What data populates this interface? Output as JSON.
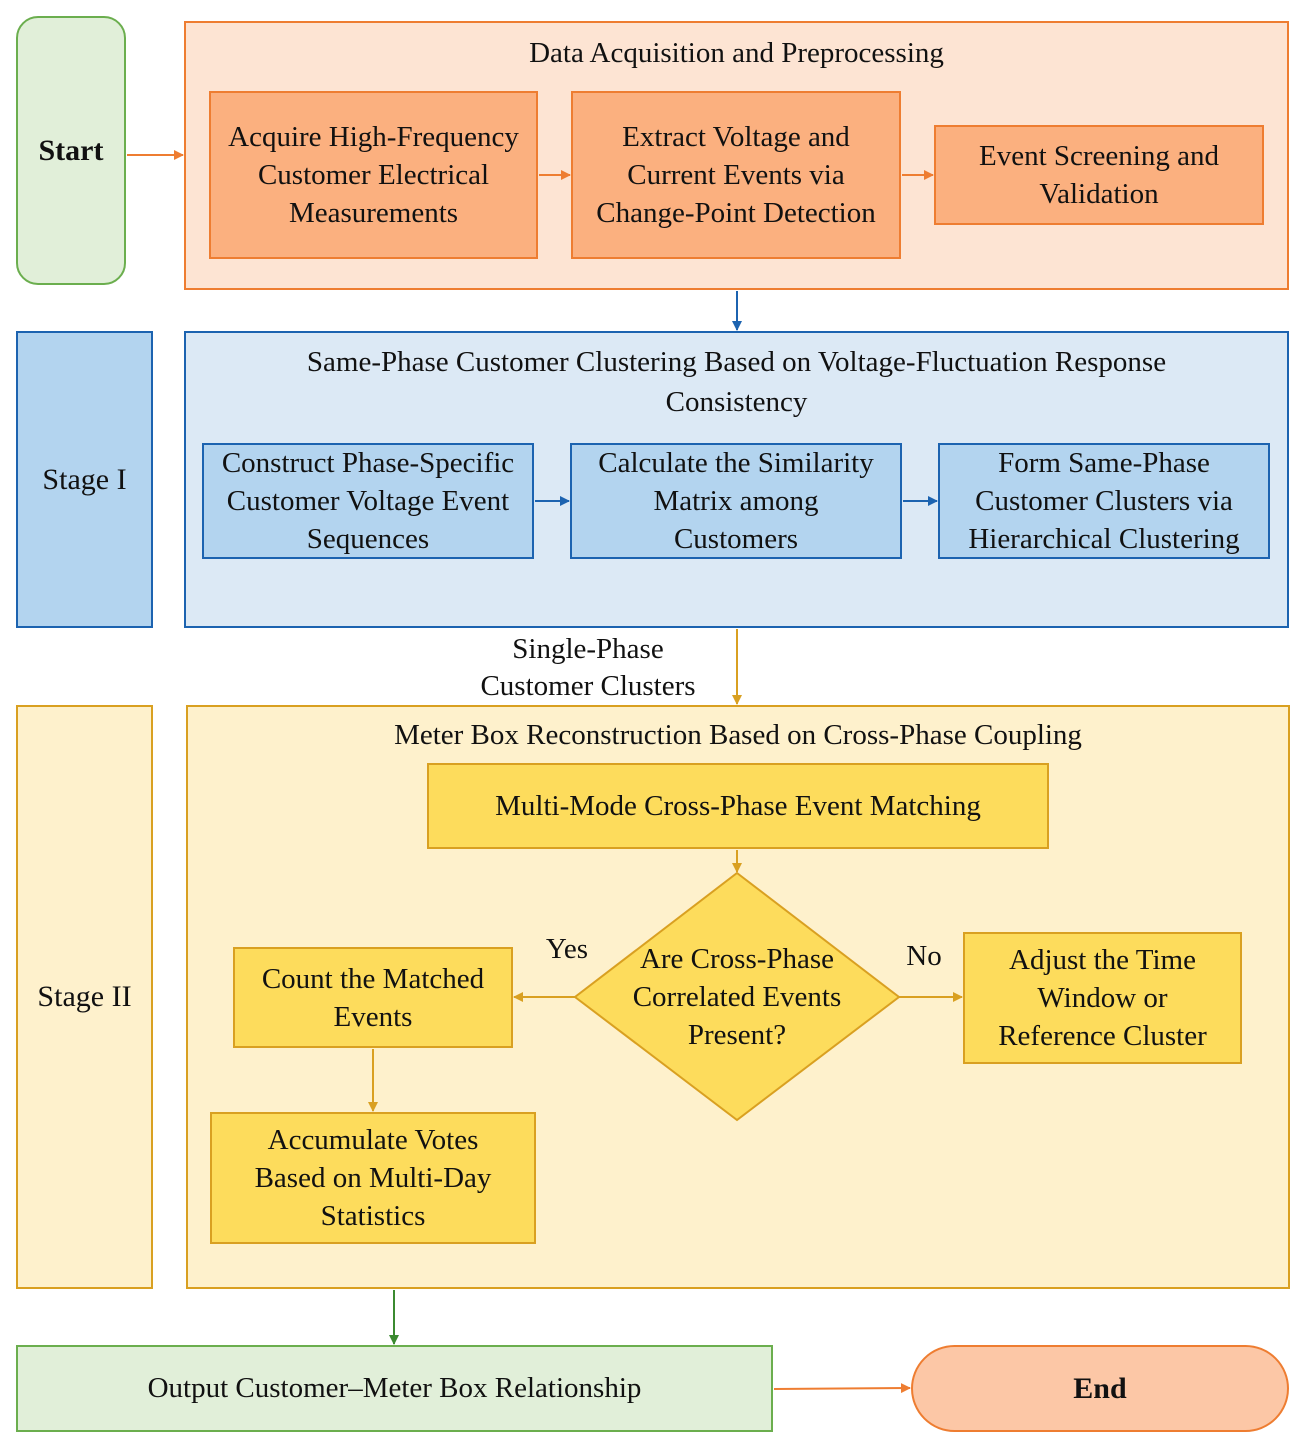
{
  "start": "Start",
  "end": "End",
  "stage1_label": "Stage I",
  "stage2_label": "Stage II",
  "acquisition": {
    "title": "Data Acquisition and Preprocessing",
    "step1": "Acquire High-Frequency\nCustomer Electrical\nMeasurements",
    "step2": "Extract Voltage and\nCurrent Events via\nChange-Point Detection",
    "step3": "Event Screening and\nValidation"
  },
  "stage1": {
    "title": "Same-Phase Customer Clustering Based on Voltage-Fluctuation Response\nConsistency",
    "step1": "Construct Phase-Specific\nCustomer Voltage Event\nSequences",
    "step2": "Calculate the Similarity\nMatrix among\nCustomers",
    "step3": "Form Same-Phase\nCustomer Clusters via\nHierarchical Clustering"
  },
  "between_label": "Single-Phase\nCustomer Clusters",
  "stage2": {
    "title": "Meter Box Reconstruction Based on Cross-Phase Coupling",
    "matching": "Multi-Mode Cross-Phase Event Matching",
    "decision": "Are Cross-Phase\nCorrelated Events\nPresent?",
    "yes": "Yes",
    "no": "No",
    "count": "Count the Matched\nEvents",
    "adjust": "Adjust the Time\nWindow or\nReference Cluster",
    "votes": "Accumulate Votes\nBased on Multi-Day\nStatistics"
  },
  "output": "Output Customer–Meter Box Relationship",
  "colors": {
    "orange_region": "#fde4d3",
    "orange_box": "#fbb07f",
    "orange_border": "#ee7d31",
    "blue_region": "#dce9f5",
    "blue_box": "#b3d4ef",
    "blue_border": "#1c63b0",
    "yellow_region": "#fef1cc",
    "yellow_box": "#fddc5c",
    "yellow_border": "#d9a021",
    "green_fill": "#e1efd9",
    "green_border": "#6bae4e",
    "end_fill": "#fcc7a6",
    "arrow_green": "#3b8a30"
  }
}
